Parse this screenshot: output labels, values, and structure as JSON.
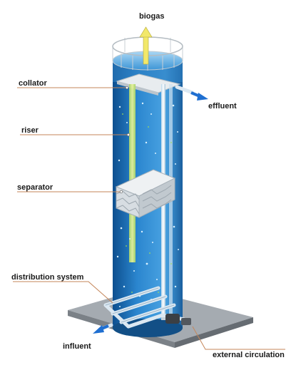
{
  "labels": {
    "biogas": "biogas",
    "collator": "collator",
    "effluent": "effluent",
    "riser": "riser",
    "separator": "separator",
    "distribution_system": "distribution system",
    "influent": "influent",
    "external_circulation": "external circulation"
  },
  "colors": {
    "water_dark": "#0d4f8f",
    "water_mid": "#2b86cf",
    "water_light": "#6fb8ea",
    "base": "#8f959b",
    "arrow_blue": "#1f6fd1",
    "biogas_arrow": "#f2e86a",
    "leader_line": "#c4865a"
  }
}
